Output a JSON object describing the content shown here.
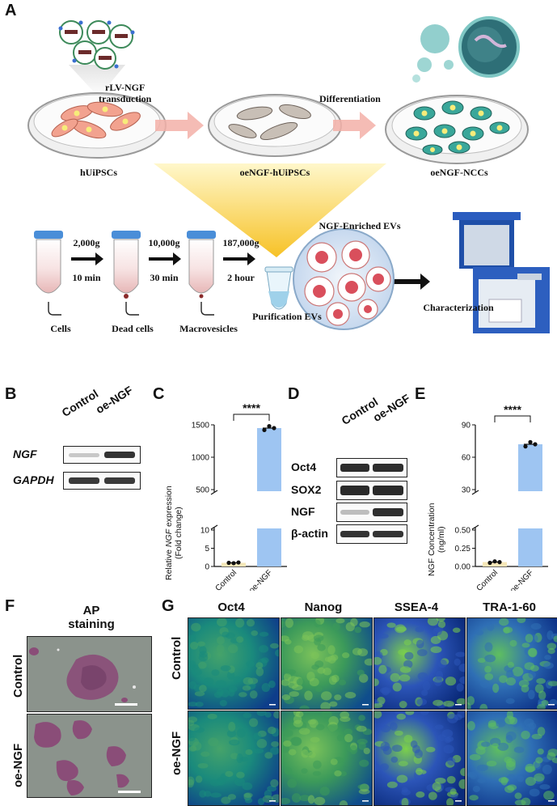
{
  "panels": {
    "A": "A",
    "B": "B",
    "C": "C",
    "D": "D",
    "E": "E",
    "F": "F",
    "G": "G"
  },
  "schematic": {
    "transduction_line1": "rLV-NGF",
    "transduction_line2": "transduction",
    "differentiation": "Differentiation",
    "dish1": "hUiPSCs",
    "dish2": "oeNGF-hUiPSCs",
    "dish3": "oeNGF-NCCs",
    "steps": [
      {
        "speed": "2,000g",
        "time": "10 min"
      },
      {
        "speed": "10,000g",
        "time": "30 min"
      },
      {
        "speed": "187,000g",
        "time": "2 hour"
      }
    ],
    "tube_labels": [
      "Cells",
      "Dead cells",
      "Macrovesicles"
    ],
    "purification": "Purification EVs",
    "evs_title": "NGF-Enriched EVs",
    "characterization": "Characterization"
  },
  "panelB": {
    "columns": [
      "Control",
      "oe-NGF"
    ],
    "rows": [
      "NGF",
      "GAPDH"
    ]
  },
  "panelD": {
    "columns": [
      "Control",
      "oe-NGF"
    ],
    "rows": [
      "Oct4",
      "SOX2",
      "NGF",
      "β-actin"
    ]
  },
  "panelF": {
    "title_line1": "AP",
    "title_line2": "staining",
    "rows": [
      "Control",
      "oe-NGF"
    ]
  },
  "panelG": {
    "columns": [
      "Oct4",
      "Nanog",
      "SSEA-4",
      "TRA-1-60"
    ],
    "rows": [
      "Control",
      "oe-NGF"
    ]
  },
  "chart_data": [
    {
      "panel": "C",
      "type": "bar",
      "categories": [
        "Control",
        "oe-NGF"
      ],
      "values": [
        1,
        1450
      ],
      "points": [
        [
          1.0,
          0.9,
          1.1
        ],
        [
          1420,
          1480,
          1450
        ]
      ],
      "ylabel_pre": "Relative ",
      "ylabel_italic": "NGF",
      "ylabel_post": " expression",
      "ylabel_line2": "(Fold change)",
      "ticks_low": [
        "0",
        "5",
        "10"
      ],
      "ticks_high": [
        "500",
        "1000",
        "1500"
      ],
      "axis_break": true,
      "significance": "****",
      "colors": [
        "#f6e7b8",
        "#9ec5f2"
      ]
    },
    {
      "panel": "E",
      "type": "bar",
      "categories": [
        "Control",
        "oe-NGF"
      ],
      "values": [
        0.06,
        72
      ],
      "points": [
        [
          0.05,
          0.07,
          0.06
        ],
        [
          70,
          74,
          72
        ]
      ],
      "ylabel": "NGF Concentration",
      "ylabel_line2": "(ng/ml)",
      "ticks_low": [
        "0.00",
        "0.25",
        "0.50"
      ],
      "ticks_high": [
        "30",
        "60",
        "90"
      ],
      "axis_break": true,
      "significance": "****",
      "colors": [
        "#f6e7b8",
        "#9ec5f2"
      ]
    }
  ]
}
